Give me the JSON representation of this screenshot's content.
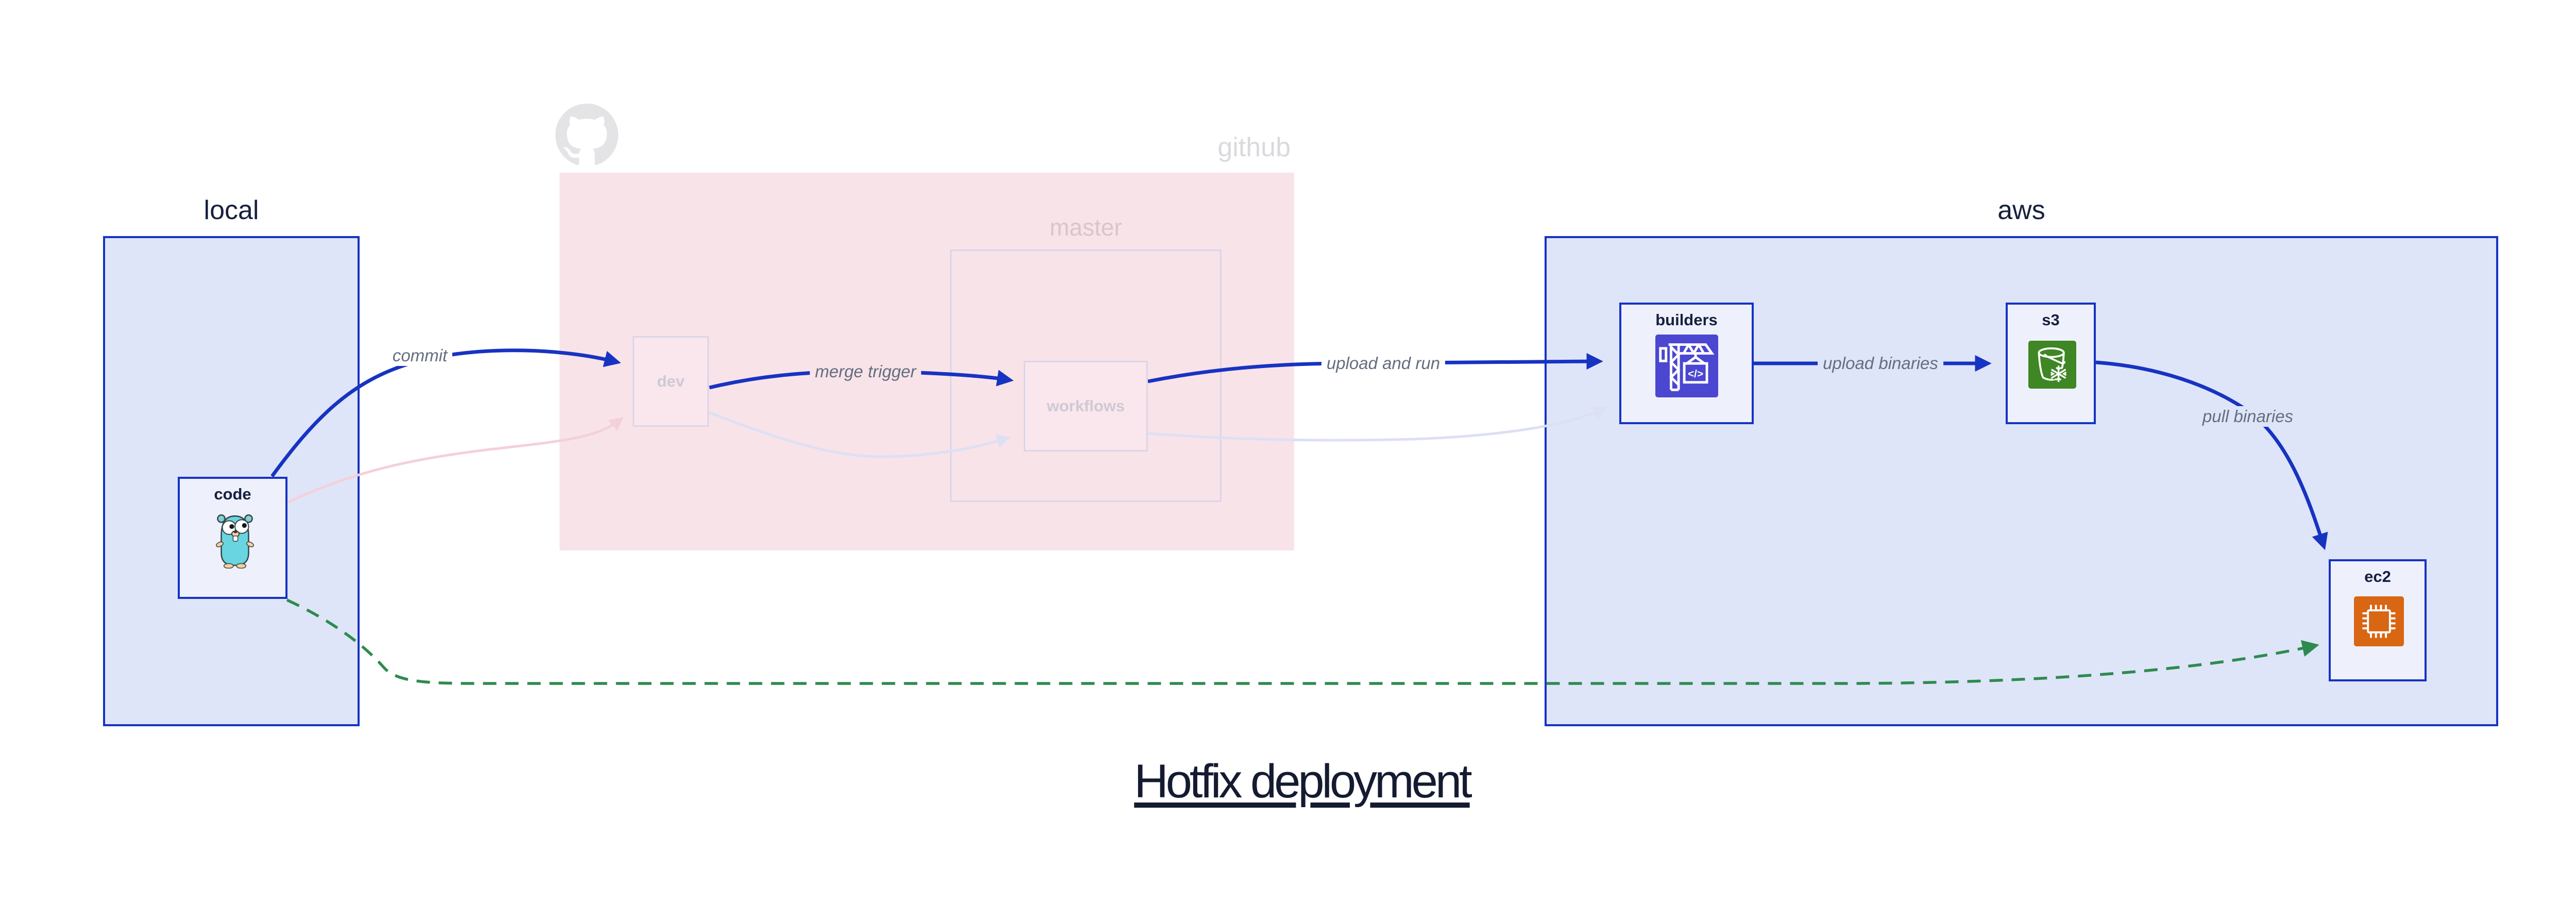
{
  "title": "Hotfix deployment",
  "regions": {
    "local": {
      "label": "local"
    },
    "github": {
      "label": "github",
      "icon": "octocat-icon"
    },
    "master": {
      "label": "master"
    },
    "aws": {
      "label": "aws"
    }
  },
  "nodes": {
    "code": {
      "label": "code",
      "icon": "go-gopher-icon"
    },
    "dev": {
      "label": "dev"
    },
    "workflows": {
      "label": "workflows"
    },
    "builders": {
      "label": "builders",
      "icon": "codebuild-crane-icon",
      "icon_glyph": "</>"
    },
    "s3": {
      "label": "s3",
      "icon": "s3-bucket-snowflake-icon"
    },
    "ec2": {
      "label": "ec2",
      "icon": "ec2-chip-icon"
    }
  },
  "edges": {
    "commit": {
      "from": "code",
      "to": "dev",
      "label": "commit",
      "style": "solid-blue"
    },
    "code_dev_faded": {
      "from": "code",
      "to": "dev",
      "label": "",
      "style": "faded-pink"
    },
    "merge_trigger": {
      "from": "dev",
      "to": "workflows",
      "label": "merge trigger",
      "style": "solid-blue"
    },
    "dev_wf_faded": {
      "from": "dev",
      "to": "workflows",
      "label": "",
      "style": "faded-lavender"
    },
    "upload_and_run": {
      "from": "workflows",
      "to": "builders",
      "label": "upload and run",
      "style": "solid-blue"
    },
    "wf_build_faded": {
      "from": "workflows",
      "to": "builders",
      "label": "",
      "style": "faded-lavender"
    },
    "upload_binaries": {
      "from": "builders",
      "to": "s3",
      "label": "upload binaries",
      "style": "solid-blue"
    },
    "pull_binaries": {
      "from": "s3",
      "to": "ec2",
      "label": "pull binaries",
      "style": "solid-blue"
    },
    "hotfix": {
      "from": "code",
      "to": "ec2",
      "label": "",
      "style": "dashed-green"
    }
  },
  "colors": {
    "blue": "#1733c2",
    "region_fill": "#dee5f8",
    "node_fill": "#eef1fb",
    "github_pink": "#f8e3e9",
    "faded_border": "#dcd5e8",
    "faded_label": "#cfc9d4",
    "edge_label_gray": "#636e7e",
    "navy_text": "#16203f",
    "pink_edge": "#f4d0da",
    "lavender_edge": "#dde0f3",
    "green_edge": "#2e8b4f",
    "codebuild_indigo": "#4b47d1",
    "s3_green": "#3f8624",
    "ec2_orange": "#d86613",
    "gopher_teal": "#68d5e0"
  }
}
